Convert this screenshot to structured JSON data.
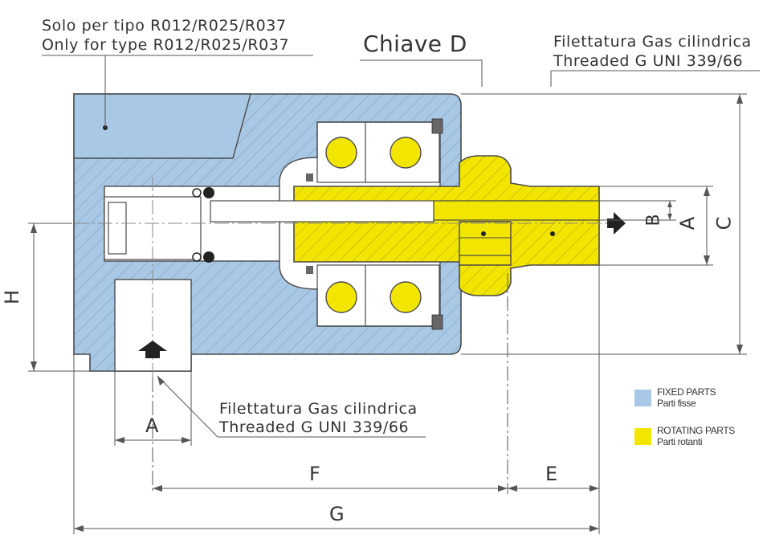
{
  "notes": {
    "solo_it": "Solo per tipo R012/R025/R037",
    "solo_en": "Only for type R012/R025/R037",
    "chiave": "Chiave D",
    "thread_top_it": "Filettatura Gas cilindrica",
    "thread_top_en": "Threaded G UNI 339/66",
    "thread_bottom_it": "Filettatura Gas cilindrica",
    "thread_bottom_en": "Threaded G UNI 339/66"
  },
  "dimensions": {
    "A_bottom": "A",
    "A_right": "A",
    "B": "B",
    "C": "C",
    "E": "E",
    "F": "F",
    "G": "G",
    "H": "H"
  },
  "legend": [
    {
      "label_en": "FIXED PARTS",
      "label_it": "Parti fisse",
      "color": "#a9c8e6"
    },
    {
      "label_en": "ROTATING PARTS",
      "label_it": "Parti rotanti",
      "color": "#f2e600"
    }
  ],
  "colors": {
    "fixed": "#a9c8e6",
    "rotating": "#f2e600",
    "outline": "#4a4a4a",
    "hatch_fixed": "#7f9fbd",
    "hatch_rot": "#b9a800",
    "dim": "#555555"
  },
  "icons": [
    "flow-arrow-up-icon",
    "flow-arrow-right-icon"
  ]
}
